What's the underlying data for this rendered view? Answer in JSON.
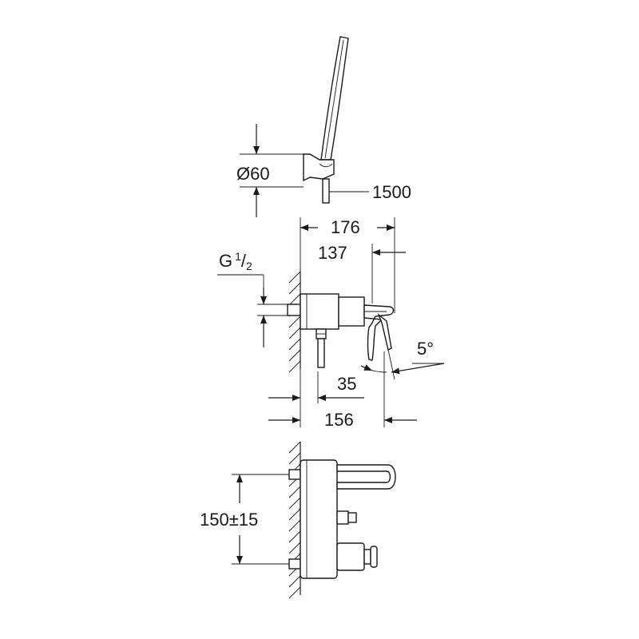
{
  "dimensions": {
    "diameter_symbol": "Ø",
    "diameter_value": "60",
    "hose_length": "1500",
    "overall_depth": "176",
    "handle_depth": "137",
    "thread_letter": "G",
    "thread_num": "1",
    "thread_den": "2",
    "angle": "5°",
    "spout_offset": "35",
    "spout_depth": "156",
    "inlet_spacing": "150±15"
  },
  "colors": {
    "line": "#1a1a1a",
    "background": "#ffffff"
  }
}
